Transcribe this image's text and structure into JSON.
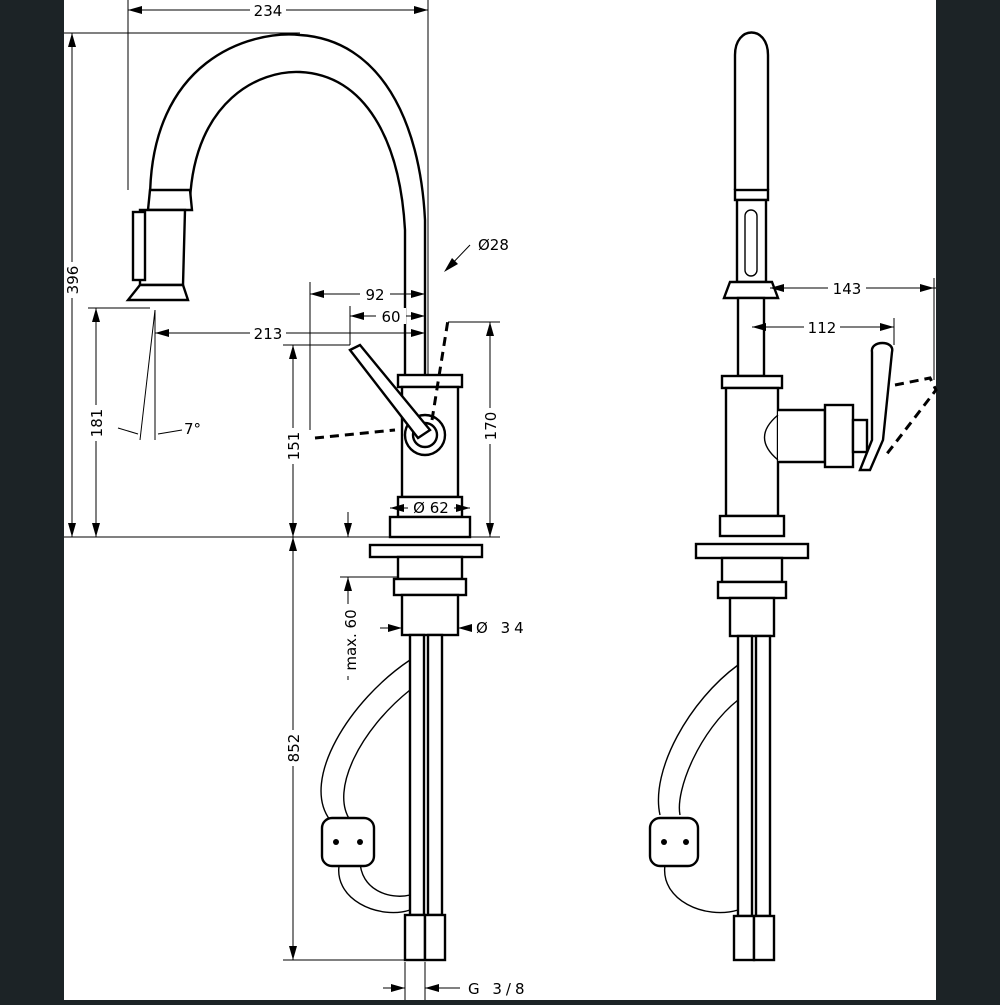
{
  "colors": {
    "frame": "#1c2326",
    "paper": "#ffffff",
    "ink": "#000000"
  },
  "front_view": {
    "dim_width_top": "234",
    "dim_total_height": "396",
    "dim_spout_diameter": "Ø28",
    "dim_handle_reach": "92",
    "dim_handle_offset": "60",
    "dim_spout_reach": "213",
    "dim_spray_height": "181",
    "dim_spray_angle": "7°",
    "dim_body_height": "151",
    "dim_lever_height": "170",
    "dim_base_diameter": "Ø 62",
    "dim_max_thickness": "max. 60",
    "dim_shank_diameter": "Ø 34",
    "dim_hose_length": "852",
    "dim_connection_thread": "G 3/8"
  },
  "side_view": {
    "dim_lever_reach_total": "143",
    "dim_lever_reach": "112"
  }
}
